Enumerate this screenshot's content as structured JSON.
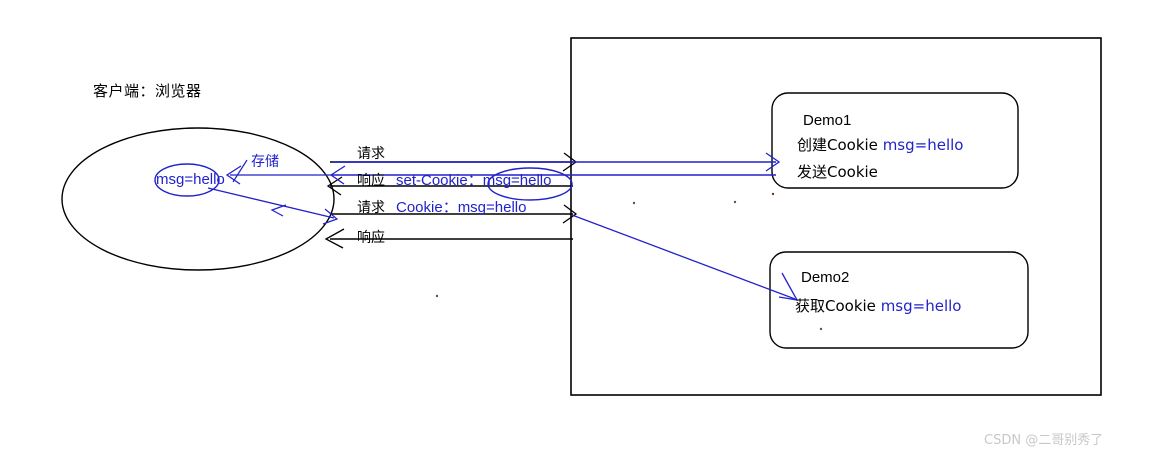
{
  "diagram": {
    "title": "Cookie flow between browser client and server",
    "colors": {
      "stroke_black": "#000000",
      "stroke_blue": "#2222cc",
      "text_blue": "#2222cc",
      "background": "#ffffff",
      "watermark": "#c8c8c8"
    },
    "client": {
      "title": "客户端：浏览器",
      "cookie_store_label": "msg=hello",
      "store_arrow_label": "存储"
    },
    "messages": [
      {
        "direction_label": "请求",
        "detail": ""
      },
      {
        "direction_label": "响应",
        "detail": "set-Cookie：msg=hello"
      },
      {
        "direction_label": "请求",
        "detail": "Cookie：msg=hello"
      },
      {
        "direction_label": "响应",
        "detail": ""
      }
    ],
    "server": {
      "demo1": {
        "title": "Demo1",
        "line1_black": "创建Cookie ",
        "line1_blue": "msg=hello",
        "line2": "发送Cookie"
      },
      "demo2": {
        "title": "Demo2",
        "line1_black": "获取Cookie ",
        "line1_blue": "msg=hello"
      }
    }
  },
  "watermark": {
    "text": "CSDN @二哥别秀了"
  }
}
